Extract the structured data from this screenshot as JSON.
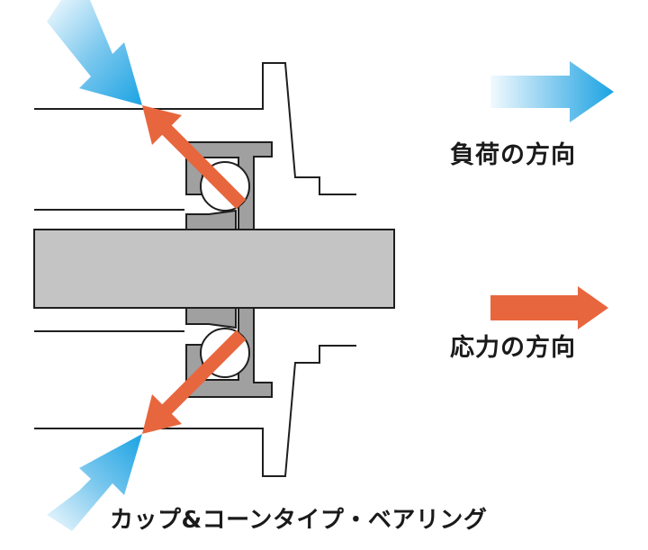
{
  "legend": {
    "load_direction": "負荷の方向",
    "stress_direction": "応力の方向"
  },
  "caption": "カップ&コーンタイプ・ベアリング",
  "colors": {
    "load_arrow_light": "#eaf6fd",
    "load_arrow_dark": "#1ba3e3",
    "stress_arrow": "#e8663d",
    "bearing_gray": "#a0a0a0",
    "shaft_gray": "#c4c4c4",
    "outline": "#1f1f1f"
  },
  "icons": [
    "blue-gradient-arrow",
    "orange-arrow",
    "ball-bearing"
  ]
}
